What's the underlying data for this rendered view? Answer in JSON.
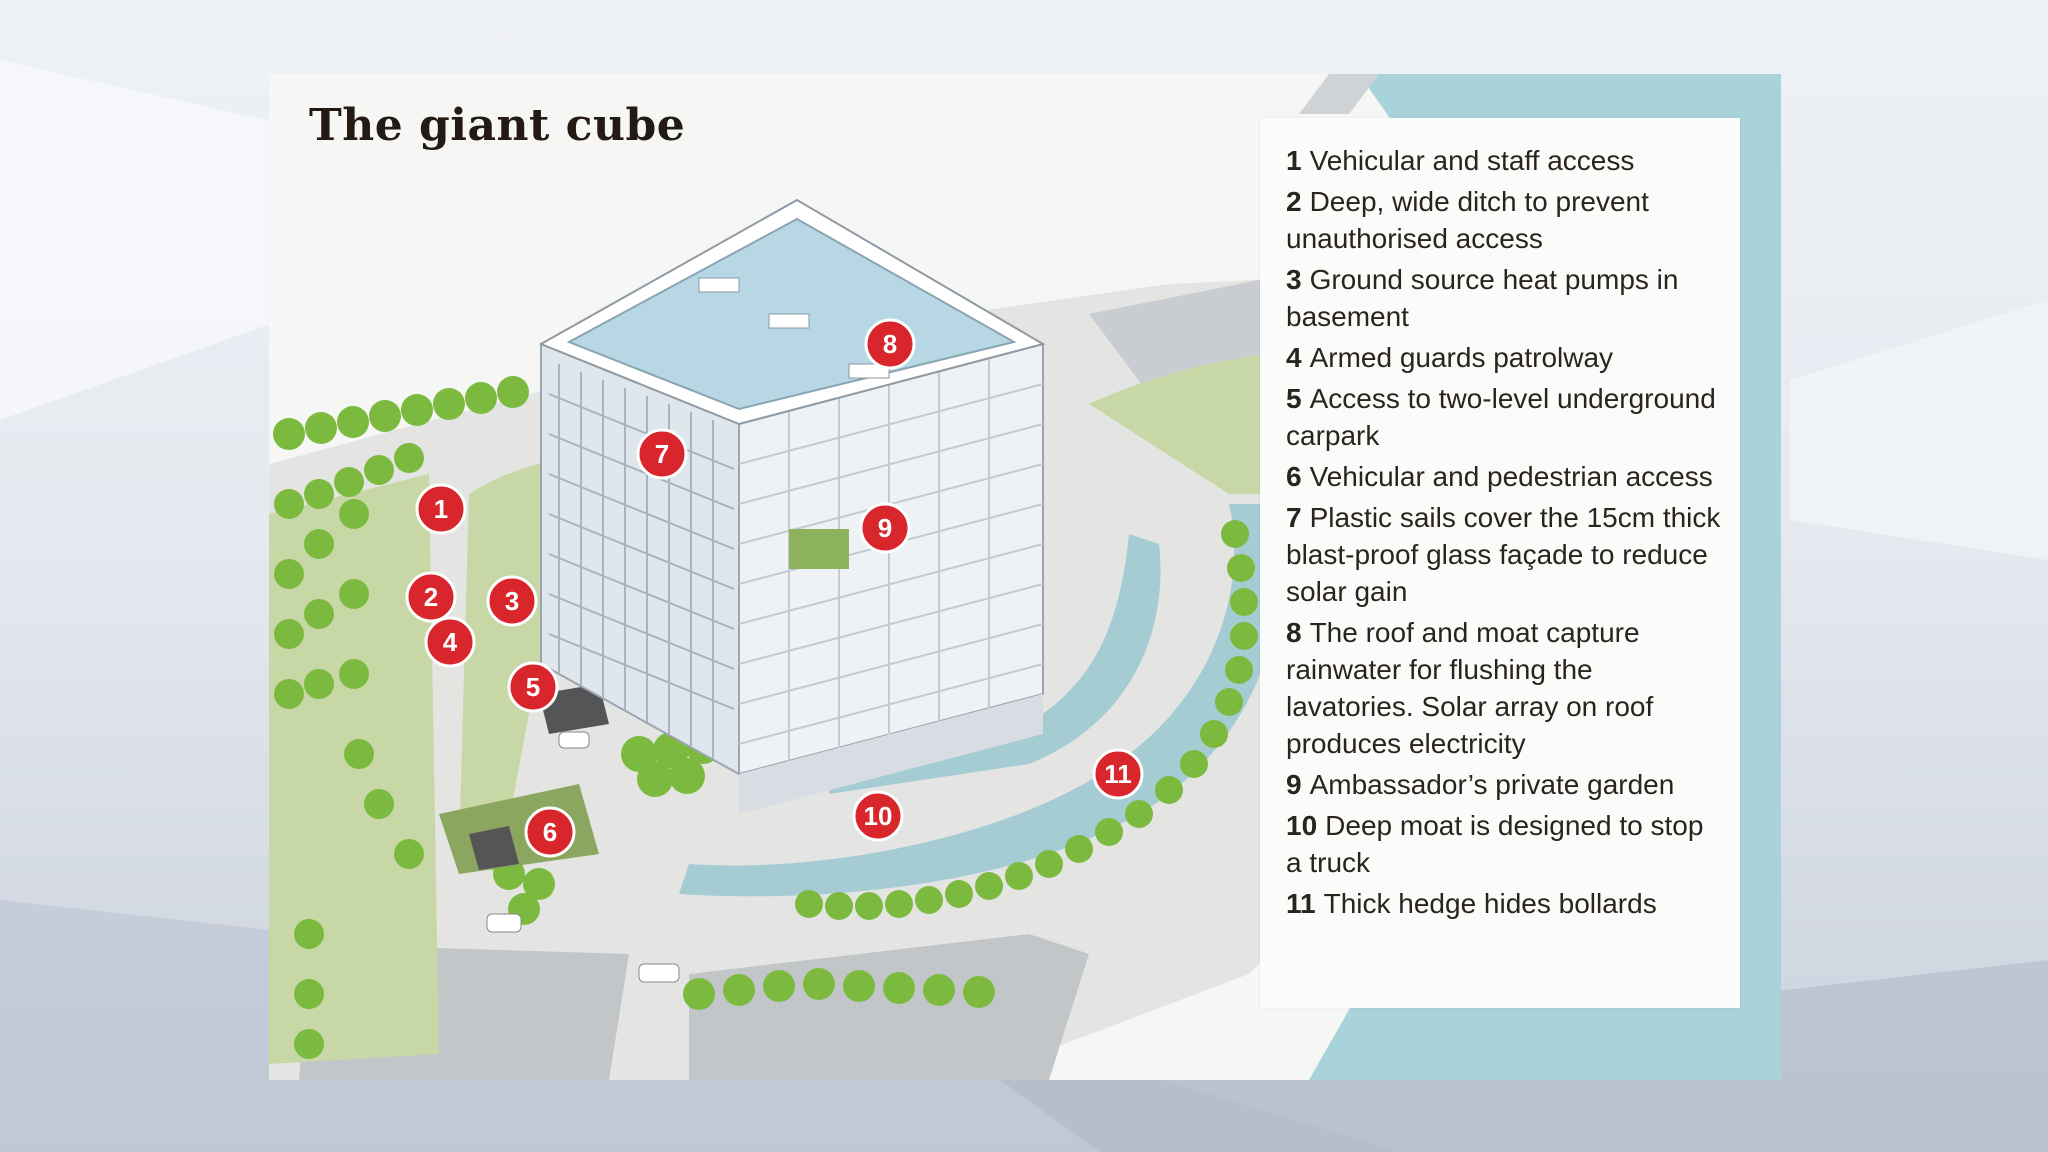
{
  "title": "The giant cube",
  "colors": {
    "marker_red": "#d9262c",
    "grass": "#c9d9a8",
    "tree": "#7cba3f",
    "water": "#a9cfd6",
    "paving": "#e3e3e0"
  },
  "legend": [
    {
      "num": "1",
      "text": "Vehicular and staff access"
    },
    {
      "num": "2",
      "text": "Deep, wide ditch to prevent unauthorised access"
    },
    {
      "num": "3",
      "text": "Ground source heat pumps in basement"
    },
    {
      "num": "4",
      "text": "Armed guards patrolway"
    },
    {
      "num": "5",
      "text": "Access to two-level underground carpark"
    },
    {
      "num": "6",
      "text": "Vehicular and pedestrian access"
    },
    {
      "num": "7",
      "text": "Plastic sails cover the 15cm thick blast-proof glass façade to reduce solar gain"
    },
    {
      "num": "8",
      "text": "The roof and moat capture rainwater for flushing the lavatories. Solar array on roof produces electricity"
    },
    {
      "num": "9",
      "text": "Ambassador’s private garden"
    },
    {
      "num": "10",
      "text": "Deep moat is designed to stop a truck"
    },
    {
      "num": "11",
      "text": "Thick hedge hides bollards"
    }
  ],
  "markers": [
    "1",
    "2",
    "3",
    "4",
    "5",
    "6",
    "7",
    "8",
    "9",
    "10",
    "11"
  ]
}
